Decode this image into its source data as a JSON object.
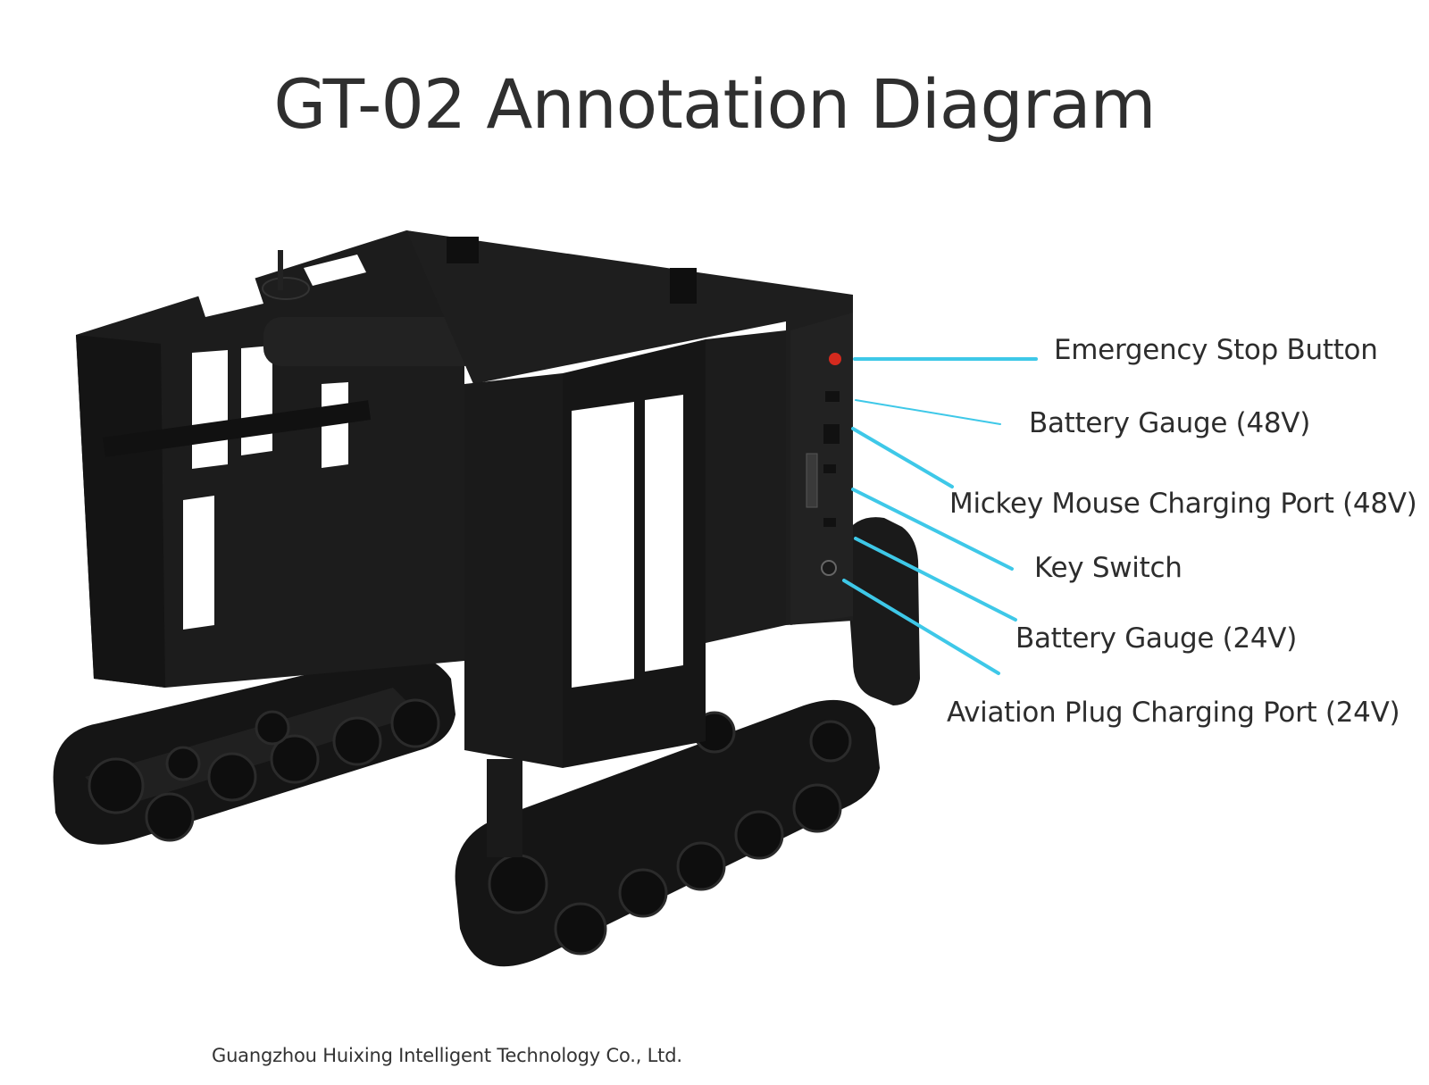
{
  "title": "GT-02 Annotation Diagram",
  "callouts": [
    {
      "label": "Emergency Stop Button"
    },
    {
      "label": "Battery Gauge (48V)"
    },
    {
      "label": "Mickey Mouse Charging Port (48V)"
    },
    {
      "label": "Key Switch"
    },
    {
      "label": "Battery Gauge (24V)"
    },
    {
      "label": "Aviation Plug Charging Port (24V)"
    }
  ],
  "footer": {
    "company": "Guangzhou Huixing Intelligent Technology Co., Ltd."
  },
  "colors": {
    "leader_line": "#3ec8e8",
    "machine": "#1c1c1c",
    "estop": "#d42a1e",
    "background": "#ffffff"
  }
}
